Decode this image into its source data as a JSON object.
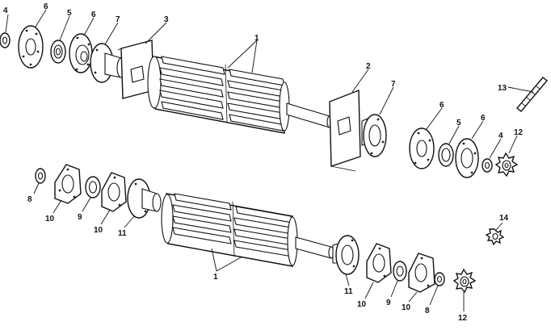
{
  "callouts": [
    {
      "id": "c1a",
      "text": "1"
    },
    {
      "id": "c1b",
      "text": "1"
    },
    {
      "id": "c2",
      "text": "2"
    },
    {
      "id": "c3",
      "text": "3"
    },
    {
      "id": "c4a",
      "text": "4"
    },
    {
      "id": "c4b",
      "text": "4"
    },
    {
      "id": "c5a",
      "text": "5"
    },
    {
      "id": "c5b",
      "text": "5"
    },
    {
      "id": "c6a",
      "text": "6"
    },
    {
      "id": "c6b",
      "text": "6"
    },
    {
      "id": "c6c",
      "text": "6"
    },
    {
      "id": "c6d",
      "text": "6"
    },
    {
      "id": "c7a",
      "text": "7"
    },
    {
      "id": "c7b",
      "text": "7"
    },
    {
      "id": "c8a",
      "text": "8"
    },
    {
      "id": "c8b",
      "text": "8"
    },
    {
      "id": "c9a",
      "text": "9"
    },
    {
      "id": "c9b",
      "text": "9"
    },
    {
      "id": "c10a",
      "text": "10"
    },
    {
      "id": "c10b",
      "text": "10"
    },
    {
      "id": "c10c",
      "text": "10"
    },
    {
      "id": "c10d",
      "text": "10"
    },
    {
      "id": "c11a",
      "text": "11"
    },
    {
      "id": "c11b",
      "text": "11"
    },
    {
      "id": "c12a",
      "text": "12"
    },
    {
      "id": "c12b",
      "text": "12"
    },
    {
      "id": "c13",
      "text": "13"
    },
    {
      "id": "c14",
      "text": "14"
    }
  ]
}
